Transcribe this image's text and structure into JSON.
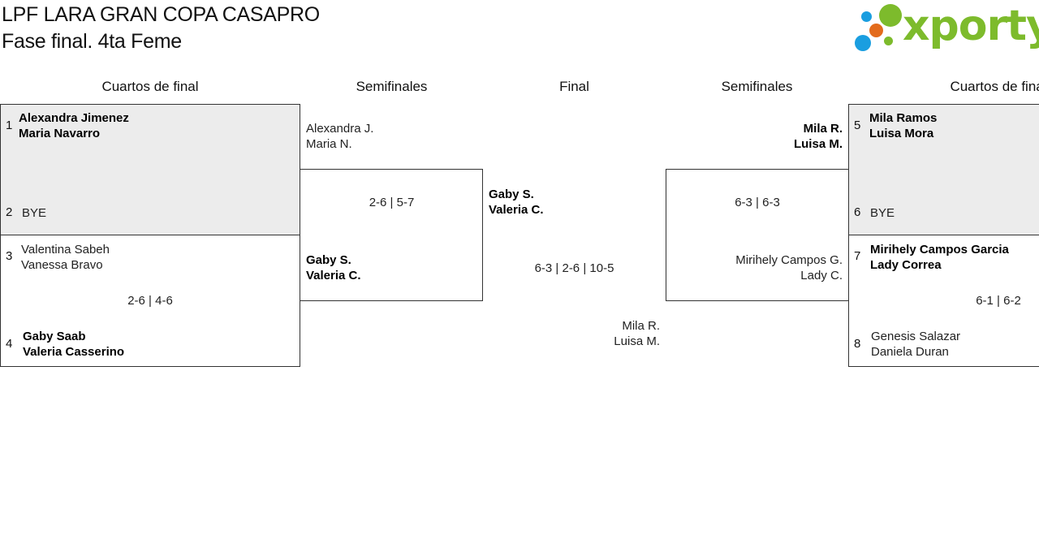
{
  "header": {
    "title_line1": "LPF LARA GRAN COPA CASAPRO",
    "title_line2": "Fase final. 4ta Feme",
    "logo_text": "xporty",
    "logo_colors": {
      "green": "#7dbb2c",
      "blue": "#1a9ee0",
      "orange": "#e36b1c"
    }
  },
  "rounds": {
    "left_qf": "Cuartos de final",
    "left_sf": "Semifinales",
    "final": "Final",
    "right_sf": "Semifinales",
    "right_qf": "Cuartos de final"
  },
  "left_qf": {
    "match1": {
      "seed_a": "1",
      "a_p1": "Alexandra Jimenez",
      "a_p2": "Maria Navarro",
      "seed_b": "2",
      "b_p1": "BYE"
    },
    "match2": {
      "seed_a": "3",
      "a_p1": "Valentina Sabeh",
      "a_p2": "Vanessa Bravo",
      "score": "2-6 | 4-6",
      "seed_b": "4",
      "b_p1": "Gaby Saab",
      "b_p2": "Valeria Casserino"
    }
  },
  "left_sf": {
    "a_p1": "Alexandra J.",
    "a_p2": "Maria N.",
    "score": "2-6 | 5-7",
    "b_p1": "Gaby S.",
    "b_p2": "Valeria C."
  },
  "final": {
    "a_p1": "Gaby S.",
    "a_p2": "Valeria C.",
    "score": "6-3 | 2-6 | 10-5",
    "b_p1": "Mila R.",
    "b_p2": "Luisa M."
  },
  "right_sf": {
    "a_p1": "Mila R.",
    "a_p2": "Luisa M.",
    "score": "6-3 | 6-3",
    "b_p1": "Mirihely Campos G.",
    "b_p2": "Lady C."
  },
  "right_qf": {
    "match1": {
      "seed_a": "5",
      "a_p1": "Mila Ramos",
      "a_p2": "Luisa Mora",
      "seed_b": "6",
      "b_p1": "BYE"
    },
    "match2": {
      "seed_a": "7",
      "a_p1": "Mirihely Campos Garcia",
      "a_p2": "Lady Correa",
      "score": "6-1 | 6-2",
      "seed_b": "8",
      "b_p1": "Genesis Salazar",
      "b_p2": "Daniela Duran"
    }
  }
}
